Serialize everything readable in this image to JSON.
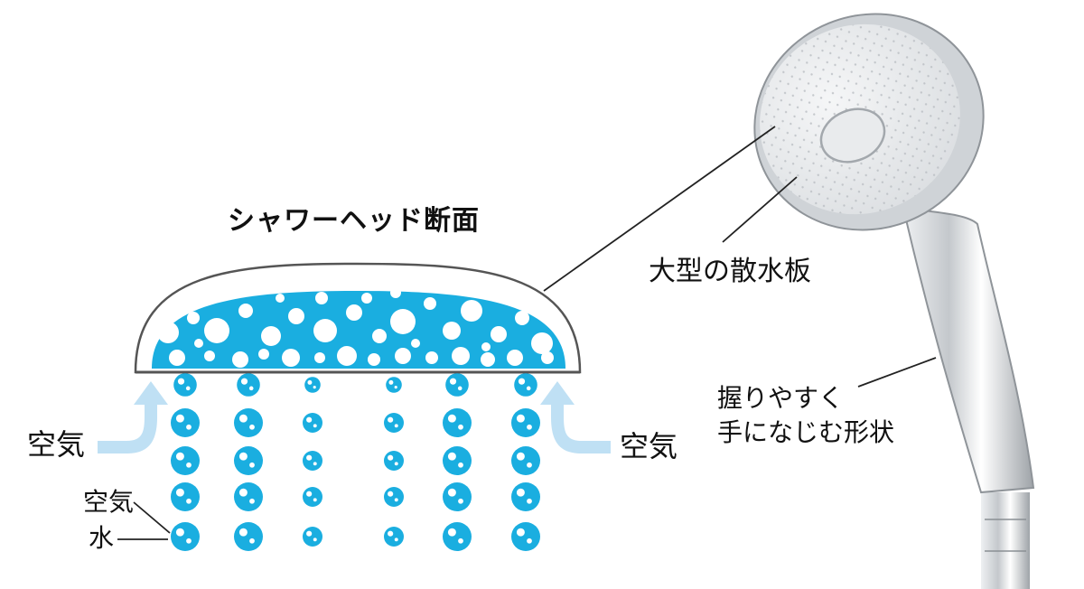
{
  "diagram": {
    "title": "シャワーヘッド断面",
    "labels": {
      "air_left": "空気",
      "air_right": "空気",
      "air_small": "空気",
      "water_small": "水",
      "large_plate": "大型の散水板",
      "grip_line1": "握りやすく",
      "grip_line2": "手になじむ形状"
    },
    "icons": {
      "shower_head": "shower-head-illustration",
      "air_arrow": "curved-up-arrow",
      "droplet": "water-drop-with-bubbles"
    }
  },
  "colors": {
    "water": "#1aaee0",
    "bubble": "#ffffff",
    "arrow": "#bfe0f4",
    "outline": "#444444",
    "chrome": "#c8ccd0"
  }
}
